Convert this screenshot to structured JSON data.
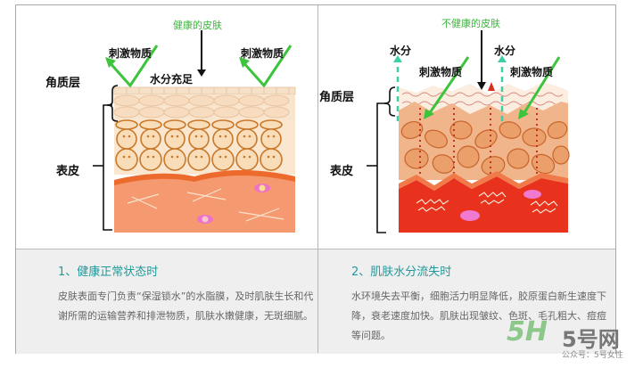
{
  "left_panel": {
    "title": "健康的皮肤",
    "irritant_left": "刺激物质",
    "irritant_right": "刺激物质",
    "moisture": "水分充足",
    "stratum_corneum": "角质层",
    "epidermis": "表皮"
  },
  "right_panel": {
    "title": "不健康的皮肤",
    "water_left": "水分",
    "water_right": "水分",
    "irritant_left": "刺激物质",
    "irritant_right": "刺激物质",
    "stratum_corneum": "角质层",
    "epidermis": "表皮"
  },
  "descriptions": [
    {
      "heading": "1、健康正常状态时",
      "body": "皮肤表面专门负责“保湿锁水”的水脂膜，及时肌肤生长和代谢所需的运输营养和排泄物质，肌肤水嫩健康，无斑细腻。"
    },
    {
      "heading": "2、肌肤水分流失时",
      "body": "水环境失去平衡，细胞活力明显降低，胶原蛋白新生速度下降，衰老速度加快。肌肤出现皱纹、色斑、毛孔粗大、痘痘等问题。"
    }
  ],
  "watermark": {
    "logo": "5H",
    "brand": "5号网",
    "sub": "公众号：5号女性"
  },
  "colors": {
    "green_arrow": "#3cc43c",
    "heading_teal": "#1f9a9a",
    "healthy_dermis": "#f59a70",
    "unhealthy_dermis": "#e8321e",
    "cell_stroke": "#c8782a",
    "water_arrow": "#3ccfa8"
  }
}
